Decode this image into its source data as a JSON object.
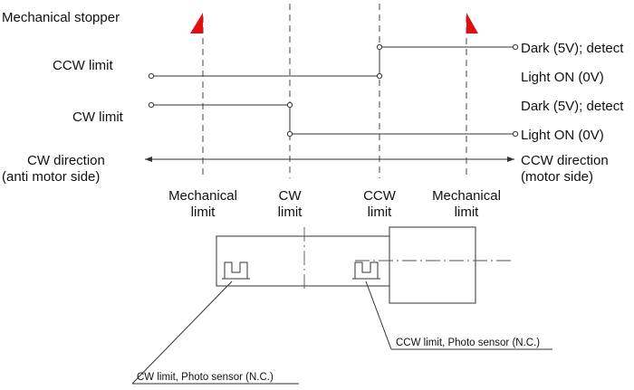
{
  "labels": {
    "mechanical_stopper": "Mechanical stopper",
    "ccw_limit": "CCW limit",
    "cw_limit": "CW limit",
    "cw_direction_1": "CW direction",
    "cw_direction_2": "(anti motor side)",
    "ccw_direction_1": "CCW direction",
    "ccw_direction_2": "(motor side)",
    "dark_detect_ccw": "Dark (5V); detect",
    "light_on_ccw": "Light ON (0V)",
    "dark_detect_cw": "Dark (5V); detect",
    "light_on_cw": "Light ON (0V)",
    "axis_mech_left_1": "Mechanical",
    "axis_mech_left_2": "limit",
    "axis_cw_1": "CW",
    "axis_cw_2": "limit",
    "axis_ccw_1": "CCW",
    "axis_ccw_2": "limit",
    "axis_mech_right_1": "Mechanical",
    "axis_mech_right_2": "limit",
    "ccw_sensor_callout": "CCW limit, Photo sensor (N.C.)",
    "cw_sensor_callout": "CW limit, Photo sensor (N.C.)"
  },
  "colors": {
    "stopper": "#e01010",
    "line": "#333333",
    "text": "#111111"
  }
}
